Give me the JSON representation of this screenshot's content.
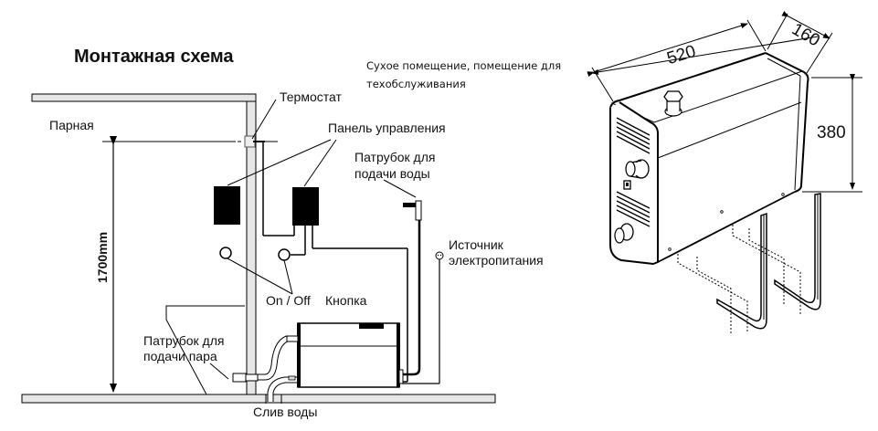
{
  "title": "Монтажная схема",
  "labels": {
    "steam_room": "Парная",
    "thermostat": "Термостат",
    "control_panel": "Панель управления",
    "water_inlet_line1": "Патрубок для",
    "water_inlet_line2": "подачи воды",
    "power_source_line1": "Источник",
    "power_source_line2": "электропитания",
    "on_off": "On / Off",
    "button": "Кнопка",
    "steam_outlet_line1": "Патрубок для",
    "steam_outlet_line2": "подачи пара",
    "drain": "Слив воды",
    "height": "1700mm",
    "dry_room_line1": "Сухое помещение, помещение для",
    "dry_room_line2": "техобслуживания"
  },
  "dimensions": {
    "length": "520",
    "depth": "160",
    "height": "380"
  }
}
